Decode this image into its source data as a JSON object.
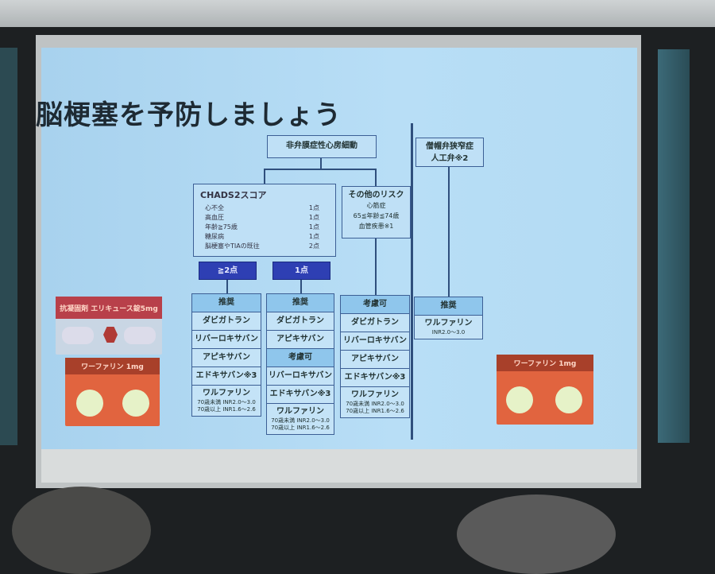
{
  "title": "脳梗塞を予防しましょう",
  "top_box": "非弁膜症性心房細動",
  "valve_box": {
    "line1": "僧帽弁狭窄症",
    "line2": "人工弁※2"
  },
  "chads": {
    "heading": "CHADS2スコア",
    "items": [
      {
        "label": "心不全",
        "score": "1点"
      },
      {
        "label": "高血圧",
        "score": "1点"
      },
      {
        "label": "年齢≧75歳",
        "score": "1点"
      },
      {
        "label": "糖尿病",
        "score": "1点"
      },
      {
        "label": "脳梗塞やTIAの既往",
        "score": "2点"
      }
    ]
  },
  "other_risk": {
    "heading": "その他のリスク",
    "items": [
      "心筋症",
      "65≦年齢≦74歳",
      "血管疾患※1"
    ]
  },
  "tags": [
    "≧2点",
    "1点"
  ],
  "columns": [
    {
      "rows": [
        {
          "t": "推奨",
          "hd": true
        },
        {
          "t": "ダビガトラン"
        },
        {
          "t": "リバーロキサバン"
        },
        {
          "t": "アピキサバン"
        },
        {
          "t": "エドキサバン※3"
        },
        {
          "t": "ワルファリン",
          "sub": [
            "70歳未満 INR2.0〜3.0",
            "70歳以上 INR1.6〜2.6"
          ]
        }
      ]
    },
    {
      "rows": [
        {
          "t": "推奨",
          "hd": true
        },
        {
          "t": "ダビガトラン"
        },
        {
          "t": "アピキサバン"
        },
        {
          "t": "考慮可",
          "hd": true
        },
        {
          "t": "リバーロキサバン"
        },
        {
          "t": "エドキサバン※3"
        },
        {
          "t": "ワルファリン",
          "sub": [
            "70歳未満 INR2.0〜3.0",
            "70歳以上 INR1.6〜2.6"
          ]
        }
      ]
    },
    {
      "rows": [
        {
          "t": "考慮可",
          "hd": true
        },
        {
          "t": "ダビガトラン"
        },
        {
          "t": "リバーロキサバン"
        },
        {
          "t": "アピキサバン"
        },
        {
          "t": "エドキサバン※3"
        },
        {
          "t": "ワルファリン",
          "sub": [
            "70歳未満 INR2.0〜3.0",
            "70歳以上 INR1.6〜2.6"
          ]
        }
      ]
    },
    {
      "rows": [
        {
          "t": "推奨",
          "hd": true
        },
        {
          "t": "ワルファリン",
          "sub": [
            "INR2.0〜3.0"
          ]
        }
      ]
    }
  ],
  "pills": {
    "eliquis": "抗凝固剤 エリキュース錠5mg",
    "warfarin": "ワーファリン 1mg",
    "warfarin_right": "ワーファリン 1mg"
  },
  "colors": {
    "slide": "#b5dbf3",
    "border": "#3c5f95",
    "tag": "#2e3fb3",
    "header_cell": "#8fc6ec"
  }
}
